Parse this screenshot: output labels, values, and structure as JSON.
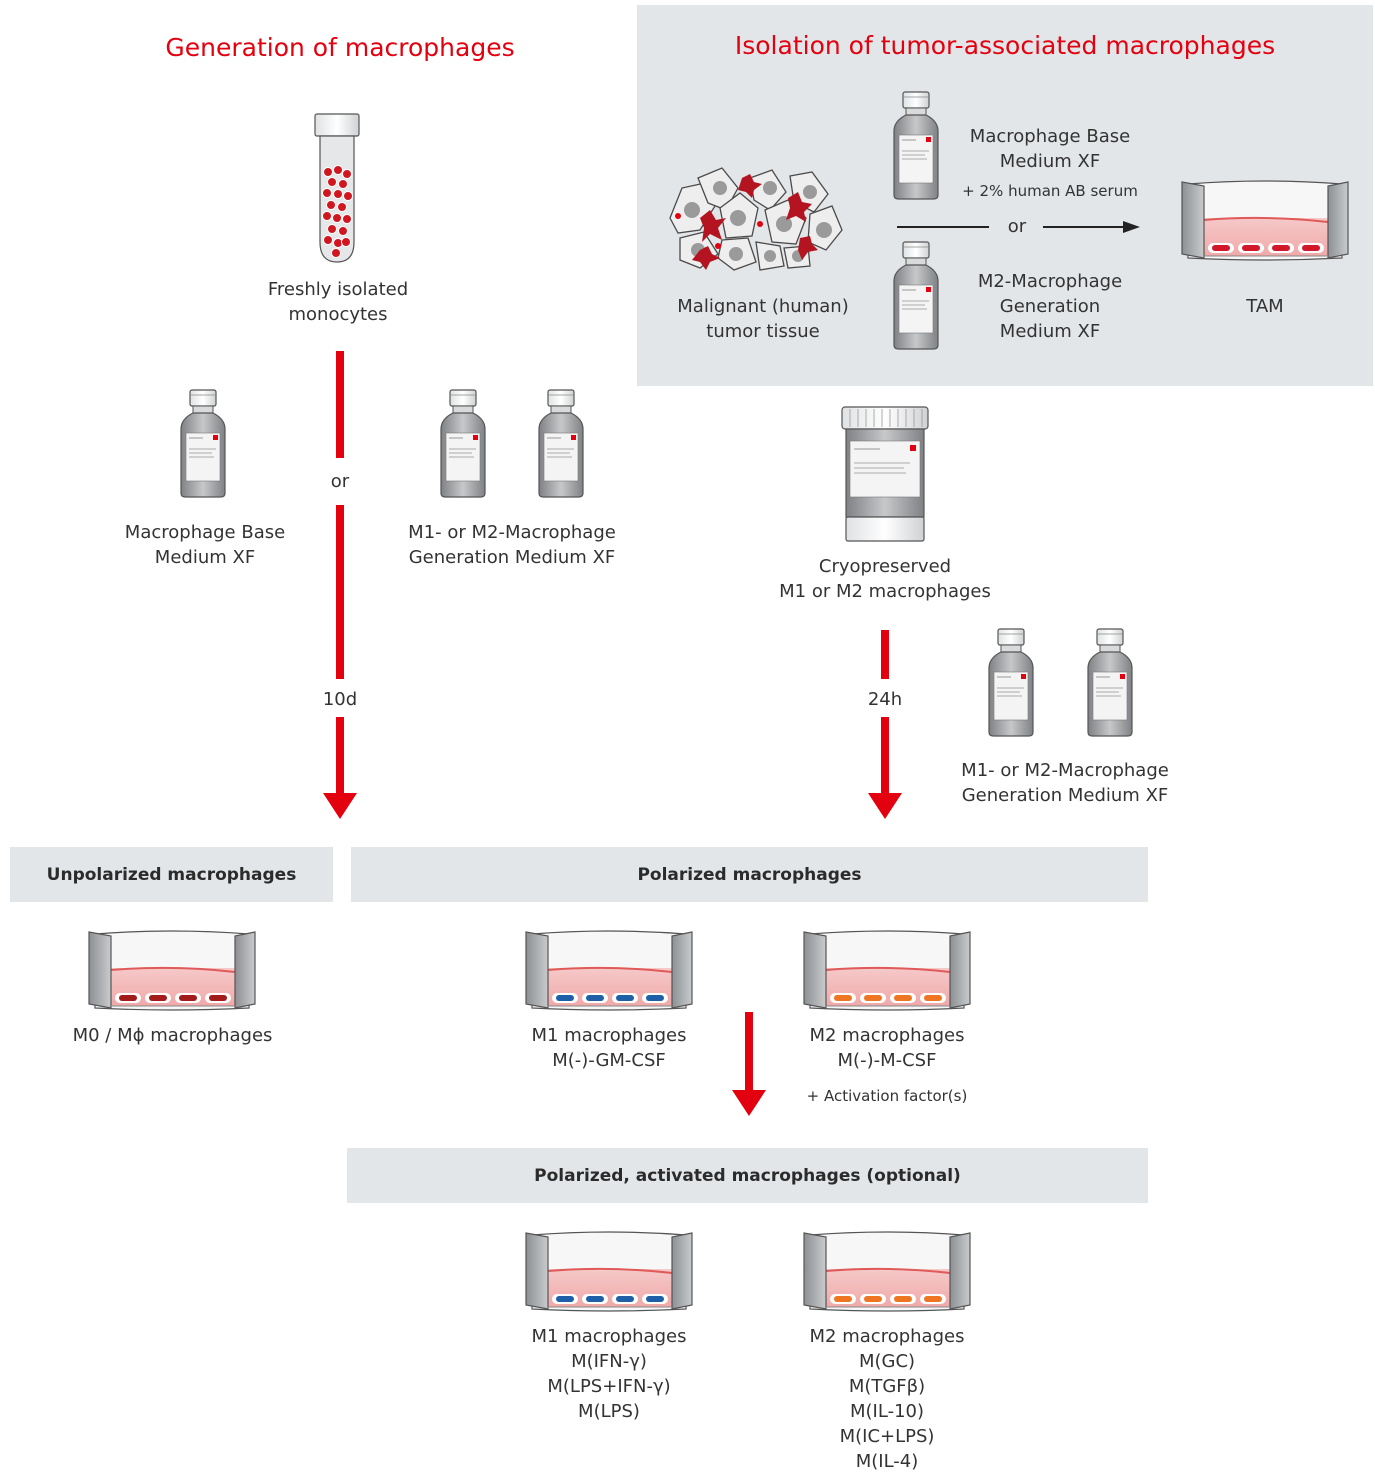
{
  "titles": {
    "generation": "Generation of macrophages",
    "isolation": "Isolation of tumor-associated macrophages"
  },
  "generation": {
    "monocytes": [
      "Freshly isolated",
      "monocytes"
    ],
    "or": "or",
    "base_medium": [
      "Macrophage Base",
      "Medium XF"
    ],
    "gen_medium": [
      "M1- or M2-Macrophage",
      "Generation Medium XF"
    ],
    "duration": "10d"
  },
  "isolation": {
    "tissue": [
      "Malignant (human)",
      "tumor tissue"
    ],
    "base_medium": [
      "Macrophage Base",
      "Medium XF"
    ],
    "serum": "+ 2% human AB serum",
    "or": "or",
    "m2_medium": [
      "M2-Macrophage",
      "Generation",
      "Medium XF"
    ],
    "tam": "TAM"
  },
  "cryo": {
    "label": [
      "Cryopreserved",
      "M1 or M2 macrophages"
    ],
    "duration": "24h",
    "medium": [
      "M1- or M2-Macrophage",
      "Generation Medium XF"
    ]
  },
  "bars": {
    "unpolarized": "Unpolarized macrophages",
    "polarized": "Polarized macrophages",
    "activated": "Polarized, activated macrophages (optional)"
  },
  "cultures": {
    "m0": "M0 / Mϕ macrophages",
    "m1": [
      "M1 macrophages",
      "M(-)-GM-CSF"
    ],
    "m2": [
      "M2 macrophages",
      "M(-)-M-CSF"
    ],
    "activation": "+ Activation factor(s)",
    "m1_act": [
      "M1 macrophages",
      "M(IFN-γ)",
      "M(LPS+IFN-γ)",
      "M(LPS)"
    ],
    "m2_act": [
      "M2 macrophages",
      "M(GC)",
      "M(TGFβ)",
      "M(IL-10)",
      "M(IC+LPS)",
      "M(IL-4)"
    ]
  },
  "colors": {
    "accent": "#e3000f",
    "panel": "#e3e6e9",
    "m0_cells": "#a31a1a",
    "tam_cells": "#d3172b",
    "m1_cells": "#1f5fa8",
    "m2_cells": "#ee7623"
  }
}
